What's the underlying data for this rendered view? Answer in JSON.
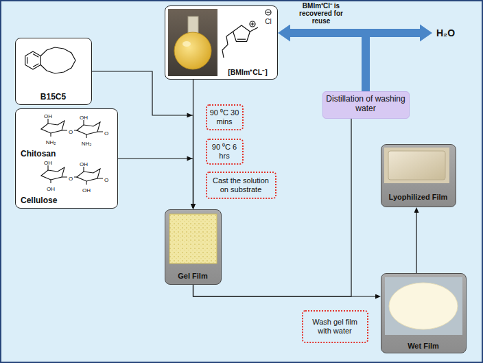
{
  "diagram": {
    "nodes": [
      {
        "text": [
          "[BMIm⁺CL⁻]"
        ]
      },
      {
        "text": [
          "B15C5"
        ]
      },
      {
        "text": [
          "Chitosan",
          "Cellulose"
        ]
      },
      {
        "text": [
          "90 ⁰C 30 mins"
        ]
      },
      {
        "text": [
          "90 ⁰C 6 hrs"
        ]
      },
      {
        "text": [
          "Cast the solution on substrate"
        ]
      },
      {
        "text": [
          "Gel Film"
        ]
      },
      {
        "text": [
          "Distillation of washing water"
        ]
      },
      {
        "text": [
          "Wash gel film with water"
        ]
      },
      {
        "text": [
          "Wet Film"
        ]
      },
      {
        "text": [
          "Lyophilized Film"
        ]
      }
    ],
    "edges": [
      {
        "from": 0,
        "to": 6,
        "arrow": "to"
      },
      {
        "from": 1,
        "to": 6,
        "arrow": "to"
      },
      {
        "from": 2,
        "to": 6,
        "arrow": "to"
      },
      {
        "from": 6,
        "to": 9,
        "arrow": "to"
      },
      {
        "from": 6,
        "to": 7,
        "arrow": "none"
      },
      {
        "from": 9,
        "to": 10,
        "arrow": "to"
      },
      {
        "from": 7,
        "to": 0,
        "arrow": "to"
      }
    ],
    "labels": [
      "BMIm⁺Cl⁻ is recovered for reuse",
      "H₂O",
      "Cl",
      "OH",
      "NH₂",
      "O",
      "OH",
      "NH₂",
      "O",
      "OH",
      "OH",
      "O",
      "OH",
      "OH",
      "O"
    ]
  }
}
